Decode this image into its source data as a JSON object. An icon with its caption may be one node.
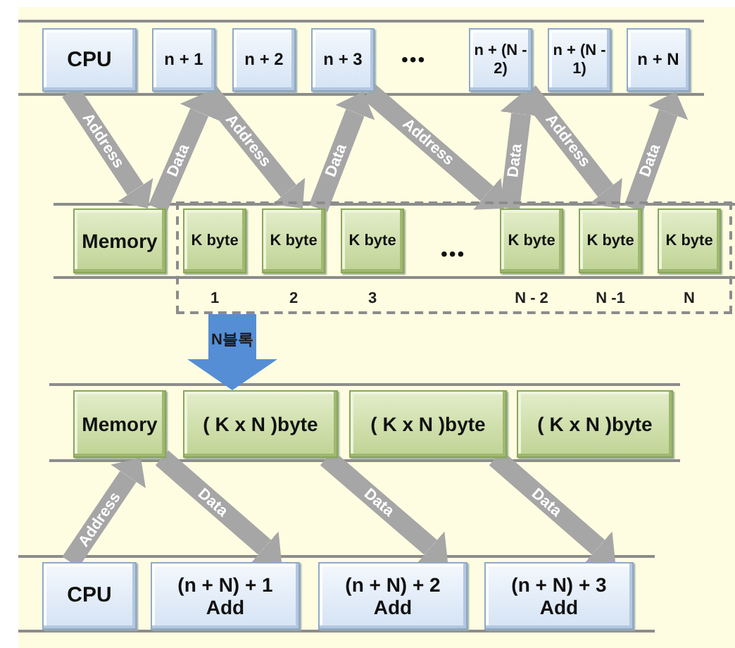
{
  "diagram": {
    "nodes": [
      {
        "text": [
          "CPU"
        ]
      },
      {
        "text": [
          "n + 1"
        ]
      },
      {
        "text": [
          "n + 2"
        ]
      },
      {
        "text": [
          "n + 3"
        ]
      },
      {
        "text": [
          "n + (N - 2)"
        ]
      },
      {
        "text": [
          "n + (N - 1)"
        ]
      },
      {
        "text": [
          "n + N"
        ]
      },
      {
        "text": [
          "Memory"
        ]
      },
      {
        "text": [],
        "shape": "box"
      },
      {
        "text": [
          "K byte"
        ],
        "in": 8,
        "beside": [
          "1"
        ]
      },
      {
        "text": [
          "K byte"
        ],
        "in": 8,
        "beside": [
          "2"
        ]
      },
      {
        "text": [
          "K byte"
        ],
        "in": 8,
        "beside": [
          "3"
        ]
      },
      {
        "text": [
          "K byte"
        ],
        "in": 8,
        "beside": [
          "N - 2"
        ]
      },
      {
        "text": [
          "K byte"
        ],
        "in": 8,
        "beside": [
          "N -1"
        ]
      },
      {
        "text": [
          "K byte"
        ],
        "in": 8,
        "beside": [
          "N"
        ]
      },
      {
        "text": [
          "Memory"
        ]
      },
      {
        "text": [
          "( K x N )byte"
        ]
      },
      {
        "text": [
          "( K x N )byte"
        ]
      },
      {
        "text": [
          "( K x N )byte"
        ]
      },
      {
        "text": [
          "CPU"
        ]
      },
      {
        "text": [
          "(n + N) + 1 Add"
        ]
      },
      {
        "text": [
          "(n + N) + 2 Add"
        ]
      },
      {
        "text": [
          "(n + N) + 3 Add"
        ]
      }
    ],
    "edges": [
      {
        "from": 0,
        "to": 7,
        "arrow": "to",
        "label": "Address"
      },
      {
        "from": 7,
        "to": 1,
        "arrow": "to",
        "label": "Data"
      },
      {
        "from": 1,
        "to": 10,
        "arrow": "to",
        "label": "Address"
      },
      {
        "from": 10,
        "to": 3,
        "arrow": "to",
        "label": "Data"
      },
      {
        "from": 3,
        "to": 12,
        "arrow": "to",
        "label": "Address"
      },
      {
        "from": 12,
        "to": 4,
        "arrow": "to",
        "label": "Data"
      },
      {
        "from": 4,
        "to": 13,
        "arrow": "to",
        "label": "Address"
      },
      {
        "from": 13,
        "to": 6,
        "arrow": "to",
        "label": "Data"
      },
      {
        "from": 8,
        "to": 16,
        "arrow": "to",
        "label": "N블록",
        "style": "thick",
        "color": "#558ed5"
      },
      {
        "from": 19,
        "to": 15,
        "arrow": "to",
        "label": "Address"
      },
      {
        "from": 15,
        "to": 20,
        "arrow": "to",
        "label": "Data"
      },
      {
        "from": 16,
        "to": 21,
        "arrow": "to",
        "label": "Data"
      },
      {
        "from": 17,
        "to": 22,
        "arrow": "to",
        "label": "Data"
      }
    ],
    "labels": [
      "•••",
      "•••"
    ]
  }
}
